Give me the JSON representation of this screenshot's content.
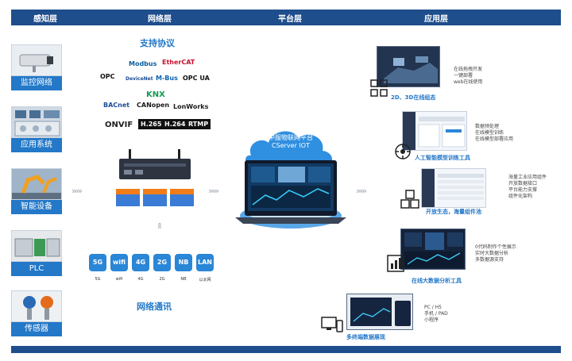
{
  "header": {
    "col1": "感知层",
    "col2": "网络层",
    "col3": "平台层",
    "col4": "应用层"
  },
  "perception": [
    {
      "label": "监控网络",
      "icon": "camera-icon"
    },
    {
      "label": "应用系统",
      "icon": "control-panel-icon"
    },
    {
      "label": "智能设备",
      "icon": "robot-arm-icon"
    },
    {
      "label": "PLC",
      "icon": "plc-icon"
    },
    {
      "label": "传感器",
      "icon": "sensor-icon"
    }
  ],
  "network": {
    "protocol_title": "支持协议",
    "protocols": [
      "Modbus",
      "EtherCAT",
      "OPC",
      "DeviceNet",
      "M-Bus",
      "OPC UA",
      "KNX",
      "BACnet",
      "CANopen",
      "LonWorks",
      "ONVIF",
      "H.265",
      "H.264",
      "RTMP"
    ],
    "comm_title": "网络通讯",
    "comm": [
      {
        "badge": "5G",
        "label": "5G"
      },
      {
        "badge": "wifi",
        "label": "wifi"
      },
      {
        "badge": "4G",
        "label": "4G"
      },
      {
        "badge": "2G",
        "label": "2G"
      },
      {
        "badge": "NB",
        "label": "NB"
      },
      {
        "badge": "LAN",
        "label": "以太网"
      }
    ]
  },
  "platform": {
    "line1": "中服物联网平台",
    "line2": "CServer IOT"
  },
  "apps": [
    {
      "title": "2D、3D在线组态",
      "desc": [
        "在线拖拽开发",
        "一键部署",
        "web在线使用"
      ]
    },
    {
      "title": "人工智能模型训练工具",
      "desc": [
        "数据预处理",
        "在线模型训练",
        "在线模型部署应用"
      ]
    },
    {
      "title": "开放生态，海量组件池",
      "desc": [
        "海量工业应用组件",
        "开放数据接口",
        "平台能力支撑",
        "组件化架构"
      ]
    },
    {
      "title": "在线大数据分析工具",
      "desc": [
        "0代码制作个性展示",
        "实时大数据分析",
        "多数据源支持"
      ]
    },
    {
      "title": "多终端数据展现",
      "desc": [
        "PC / H5",
        "手机 / PAD",
        "小程序"
      ]
    }
  ],
  "colors": {
    "navy": "#1f4e8c",
    "blue": "#2378c8",
    "accent": "#2a86d6"
  }
}
